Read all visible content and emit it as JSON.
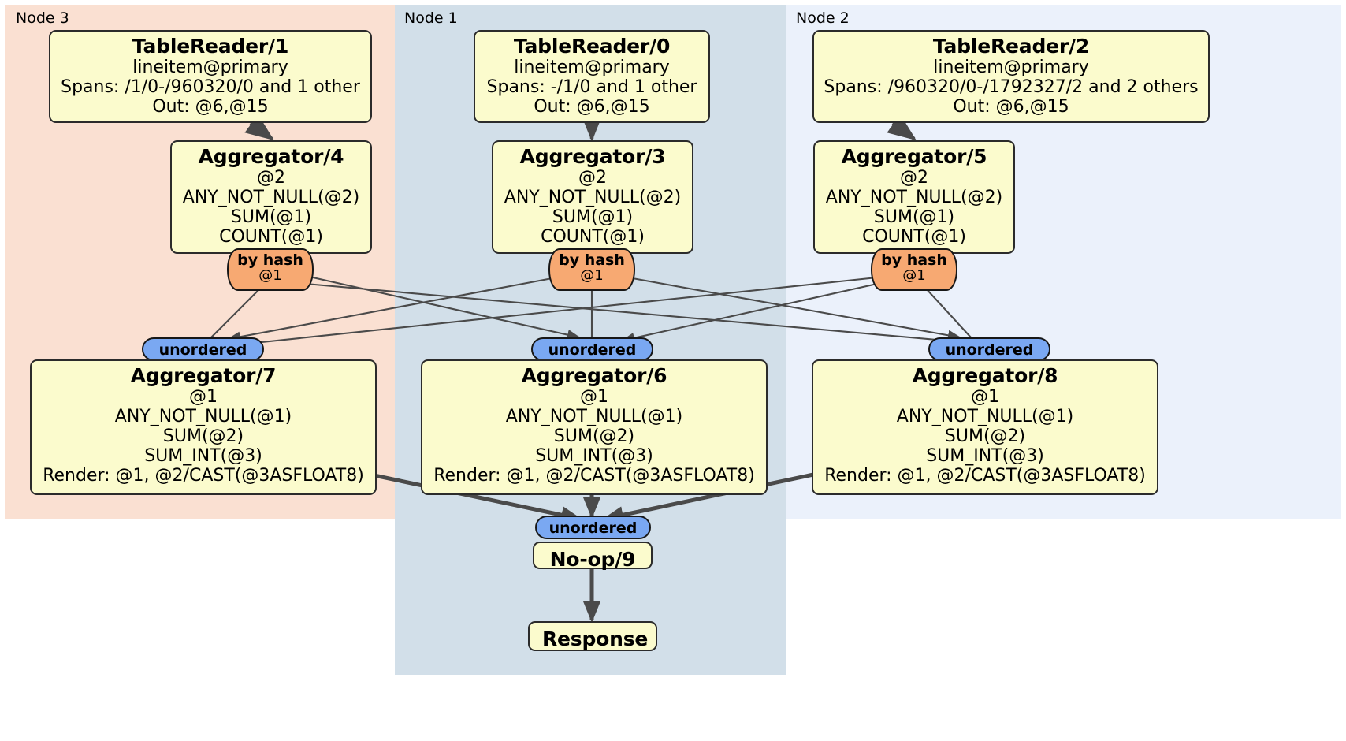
{
  "diagram": {
    "title": "Distributed SQL query physical plan",
    "background": "#ffffff",
    "colors": {
      "node3_bg": "#fae0d2",
      "node1_bg": "#d2dfe9",
      "node2_bg": "#ebf1fb",
      "processor_bg": "#fbfbcd",
      "processor_border": "#2b2b2b",
      "hash_router_bg": "#f7a972",
      "unordered_router_bg": "#7aa8f2",
      "edge_thin": "#4a4a4a",
      "edge_thick": "#4a4a4a"
    }
  },
  "clusters": [
    {
      "id": "node3",
      "label": "Node 3"
    },
    {
      "id": "node1",
      "label": "Node 1"
    },
    {
      "id": "node2",
      "label": "Node 2"
    }
  ],
  "processors": {
    "table_reader_1": {
      "title": "TableReader/1",
      "lines": [
        "lineitem@primary",
        "Spans: /1/0-/960320/0 and 1 other",
        "Out: @6,@15"
      ]
    },
    "table_reader_0": {
      "title": "TableReader/0",
      "lines": [
        "lineitem@primary",
        "Spans: -/1/0 and 1 other",
        "Out: @6,@15"
      ]
    },
    "table_reader_2": {
      "title": "TableReader/2",
      "lines": [
        "lineitem@primary",
        "Spans: /960320/0-/1792327/2 and 2 others",
        "Out: @6,@15"
      ]
    },
    "aggregator_4": {
      "title": "Aggregator/4",
      "lines": [
        "@2",
        "ANY_NOT_NULL(@2)",
        "SUM(@1)",
        "COUNT(@1)"
      ]
    },
    "aggregator_3": {
      "title": "Aggregator/3",
      "lines": [
        "@2",
        "ANY_NOT_NULL(@2)",
        "SUM(@1)",
        "COUNT(@1)"
      ]
    },
    "aggregator_5": {
      "title": "Aggregator/5",
      "lines": [
        "@2",
        "ANY_NOT_NULL(@2)",
        "SUM(@1)",
        "COUNT(@1)"
      ]
    },
    "aggregator_7": {
      "title": "Aggregator/7",
      "lines": [
        "@1",
        "ANY_NOT_NULL(@1)",
        "SUM(@2)",
        "SUM_INT(@3)",
        "Render: @1, @2/CAST(@3ASFLOAT8)"
      ]
    },
    "aggregator_6": {
      "title": "Aggregator/6",
      "lines": [
        "@1",
        "ANY_NOT_NULL(@1)",
        "SUM(@2)",
        "SUM_INT(@3)",
        "Render: @1, @2/CAST(@3ASFLOAT8)"
      ]
    },
    "aggregator_8": {
      "title": "Aggregator/8",
      "lines": [
        "@1",
        "ANY_NOT_NULL(@1)",
        "SUM(@2)",
        "SUM_INT(@3)",
        "Render: @1, @2/CAST(@3ASFLOAT8)"
      ]
    },
    "noop_9": {
      "title": "No-op/9",
      "lines": []
    },
    "response": {
      "title": "Response",
      "lines": []
    }
  },
  "routers": {
    "hash_left": {
      "label": "by hash",
      "sub": "@1"
    },
    "hash_mid": {
      "label": "by hash",
      "sub": "@1"
    },
    "hash_right": {
      "label": "by hash",
      "sub": "@1"
    },
    "unordered_left": {
      "label": "unordered",
      "sub": ""
    },
    "unordered_mid": {
      "label": "unordered",
      "sub": ""
    },
    "unordered_right": {
      "label": "unordered",
      "sub": ""
    },
    "unordered_final": {
      "label": "unordered",
      "sub": ""
    }
  }
}
